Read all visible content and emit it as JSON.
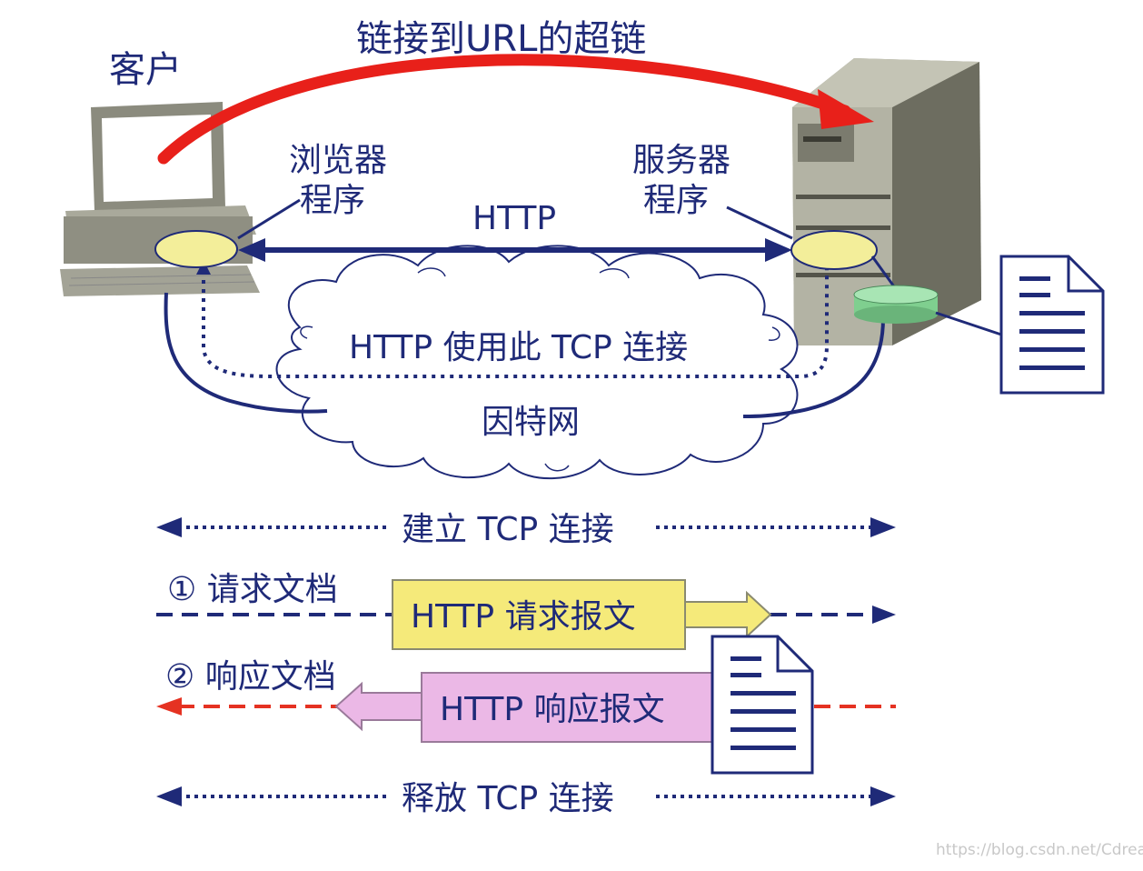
{
  "labels": {
    "hyperlink": "链接到URL的超链",
    "client": "客户",
    "browser_line1": "浏览器",
    "browser_line2": "程序",
    "server_line1": "服务器",
    "server_line2": "程序",
    "http": "HTTP",
    "tcp_use": "HTTP 使用此 TCP 连接",
    "internet": "因特网",
    "establish": "建立 TCP 连接",
    "request_doc": "① 请求文档",
    "request_msg": "HTTP 请求报文",
    "response_doc": "② 响应文档",
    "response_msg": "HTTP 响应报文",
    "release": "释放 TCP 连接"
  },
  "watermark": "https://blog.csdn.net/Cdreamfly",
  "colors": {
    "text": "#1f2a78",
    "arrow_blue": "#1f2a78",
    "hyperlink_red": "#e8201a",
    "response_red": "#e53222",
    "request_box": "#f5ea7a",
    "response_box": "#ebb8e6",
    "ellipse": "#f3ee9a",
    "disk": "#7fcf8f"
  }
}
